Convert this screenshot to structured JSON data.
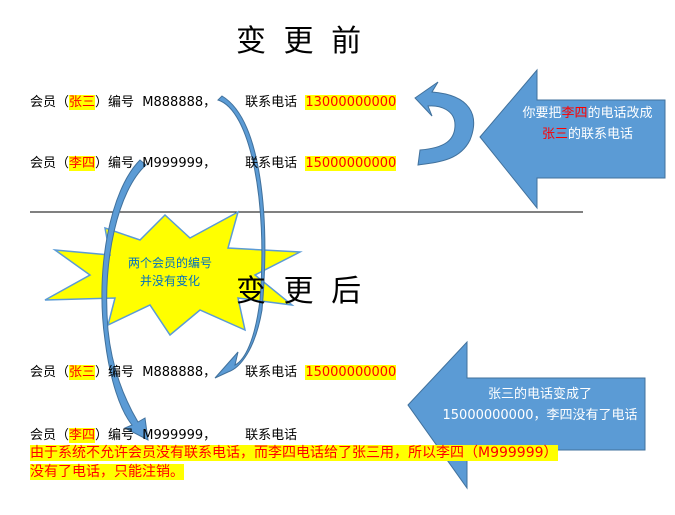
{
  "before": {
    "title": "变 更 前",
    "rows": [
      {
        "prefix": "会员（",
        "name": "张三",
        "mid": "）编号  M888888，       联系电话  ",
        "phone": "13000000000"
      },
      {
        "prefix": "会员（",
        "name": "李四",
        "mid": "）编号  M999999，       联系电话  ",
        "phone": "15000000000"
      }
    ]
  },
  "after": {
    "title": "变 更 后",
    "rows": [
      {
        "prefix": "会员（",
        "name": "张三",
        "mid": "）编号  M888888，       联系电话  ",
        "phone": "15000000000"
      },
      {
        "prefix": "会员（",
        "name": "李四",
        "mid": "）编号  M999999，       联系电话",
        "phone": ""
      }
    ]
  },
  "callout1": {
    "a": "你要把",
    "b": "李四",
    "c": "的电话改成",
    "d": "张三",
    "e": "的联系电话"
  },
  "callout2": {
    "line1": "张三的电话变成了",
    "line2": "15000000000，李四没有了电话"
  },
  "burst": {
    "line1": "两个会员的编号",
    "line2": "并没有变化"
  },
  "note": {
    "line1": "由于系统不允许会员没有联系电话，而李四电话给了张三用，所以李四（M999999）",
    "line2": "没有了电话，只能注销。"
  },
  "colors": {
    "arrow": "#5b9bd5",
    "arrow_dark": "#41719c",
    "highlight": "#ffff00",
    "red": "#ff0000"
  }
}
